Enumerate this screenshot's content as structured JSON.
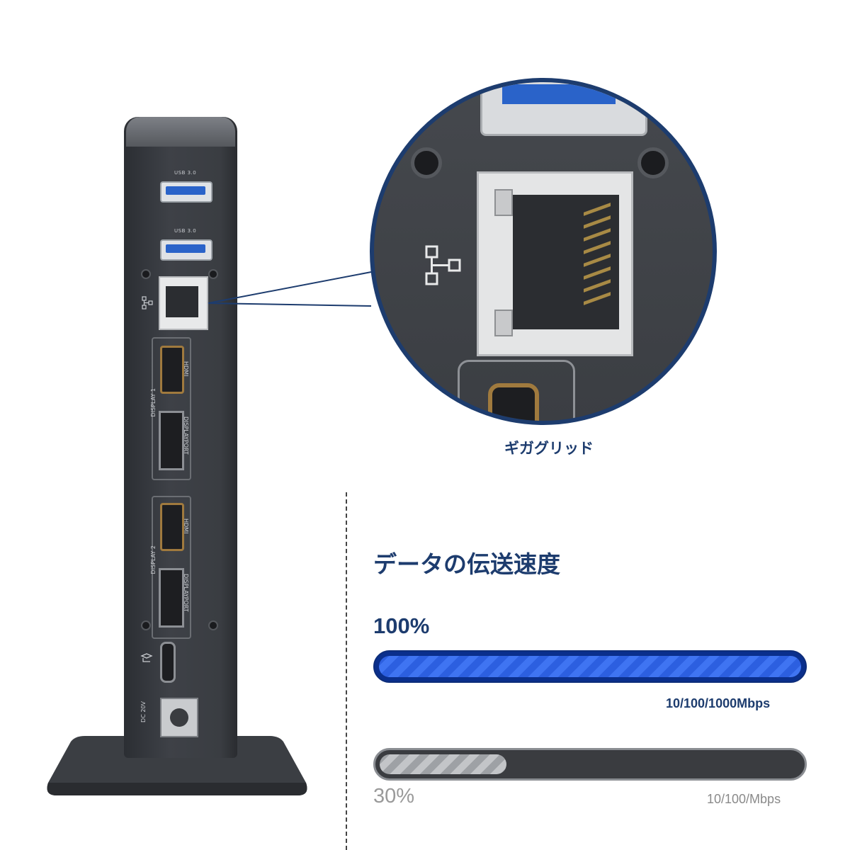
{
  "dock": {
    "usb_label_1": "USB 3.0",
    "usb_label_2": "USB 3.0",
    "hdmi_label_1": "HDMI",
    "display_label_1": "DISPLAY 1",
    "dp_label_1": "DISPLAYPORT",
    "hdmi_label_2": "HDMI",
    "display_label_2": "DISPLAY 2",
    "dp_label_2": "DISPLAYPORT",
    "dc_label": "DC 20V"
  },
  "zoom": {
    "caption": "ギガグリッド"
  },
  "speed": {
    "title": "データの伝送速度",
    "gigabit": {
      "percent_label": "100%",
      "value": 1.0,
      "rate": "10/100/1000Mbps"
    },
    "fast": {
      "percent_label": "30%",
      "value": 0.3,
      "rate": "10/100/Mbps"
    }
  },
  "colors": {
    "accent": "#1d3c6e",
    "bar_blue": "#2c5fe0",
    "bar_gray": "#3a3c40"
  }
}
